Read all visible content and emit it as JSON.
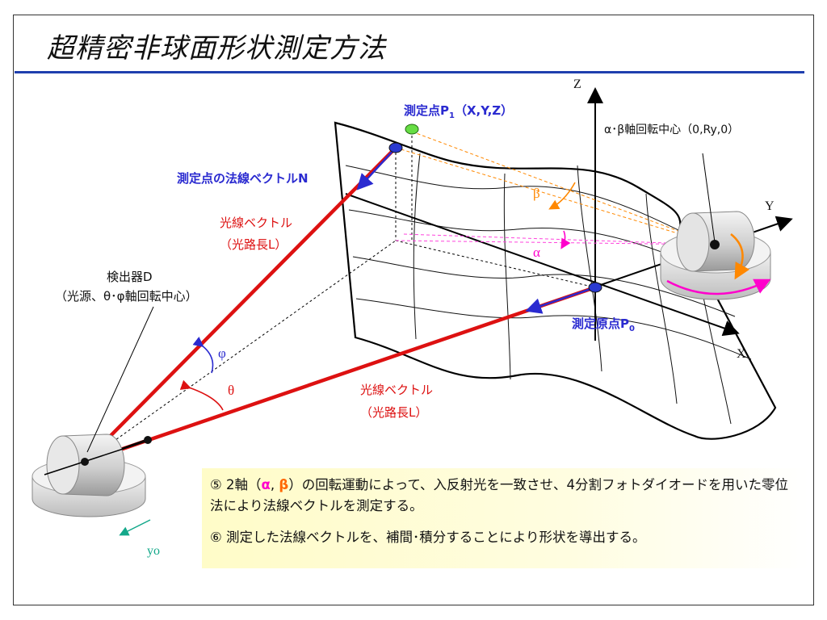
{
  "title": "超精密非球面形状測定方法",
  "axes": {
    "z": "Z",
    "y": "Y",
    "x": "X",
    "yo": "yo"
  },
  "labels": {
    "p1": "測定点P",
    "p1_sub": "1",
    "p1_coords": "（X,Y,Z）",
    "normal": "測定点の法線ベクトルN",
    "light_vector_1": "光線ベクトル",
    "path_length_1": "（光路長L）",
    "detector": "検出器D",
    "detector_sub": "（光源、θ･φ軸回転中心）",
    "phi": "φ",
    "theta": "θ",
    "alpha": "α",
    "beta": "β",
    "rot_center": "α･β軸回転中心（0,Ry,0）",
    "origin": "測定原点P",
    "origin_sub": "0",
    "light_vector_2": "光線ベクトル",
    "path_length_2": "（光路長L）"
  },
  "notes": {
    "n5_a": "⑤ 2軸（",
    "n5_alpha": "α",
    "n5_sep": ", ",
    "n5_beta": "β",
    "n5_b": "）の回転運動によって、入反射光を一致させ、4分割フォトダイオードを用いた零位法により法線ベクトルを測定する。",
    "n6": "⑥ 測定した法線ベクトルを、補間･積分することにより形状を導出する。"
  },
  "colors": {
    "accent_blue": "#1f3fae",
    "ray_red": "#dd1111",
    "alpha": "#ff00cc",
    "beta": "#ff6600",
    "normal": "#2a2ad0"
  }
}
